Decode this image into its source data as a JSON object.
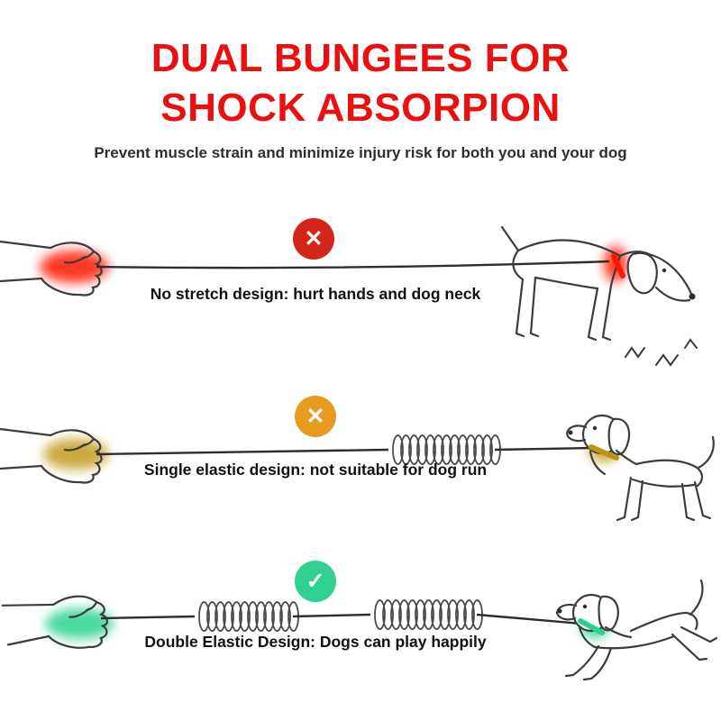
{
  "title": {
    "line1": "DUAL BUNGEES FOR",
    "line2": "SHOCK ABSORPION",
    "subtitle": "Prevent muscle strain and minimize injury risk for both you and your dog",
    "color": "#ea1010"
  },
  "rows": [
    {
      "icon": "cross-icon",
      "icon_glyph": "✕",
      "icon_color": "#d3261b",
      "glow_color": "#ff1500",
      "caption": "No stretch design: hurt hands and dog neck",
      "springs": 0
    },
    {
      "icon": "cross-icon",
      "icon_glyph": "✕",
      "icon_color": "#e79b1f",
      "glow_color": "#bd9410",
      "caption": "Single elastic design: not suitable for dog run",
      "springs": 1
    },
    {
      "icon": "check-icon",
      "icon_glyph": "✓",
      "icon_color": "#2fd092",
      "glow_color": "#29d38e",
      "caption": "Double Elastic Design: Dogs can play happily",
      "springs": 2
    }
  ]
}
